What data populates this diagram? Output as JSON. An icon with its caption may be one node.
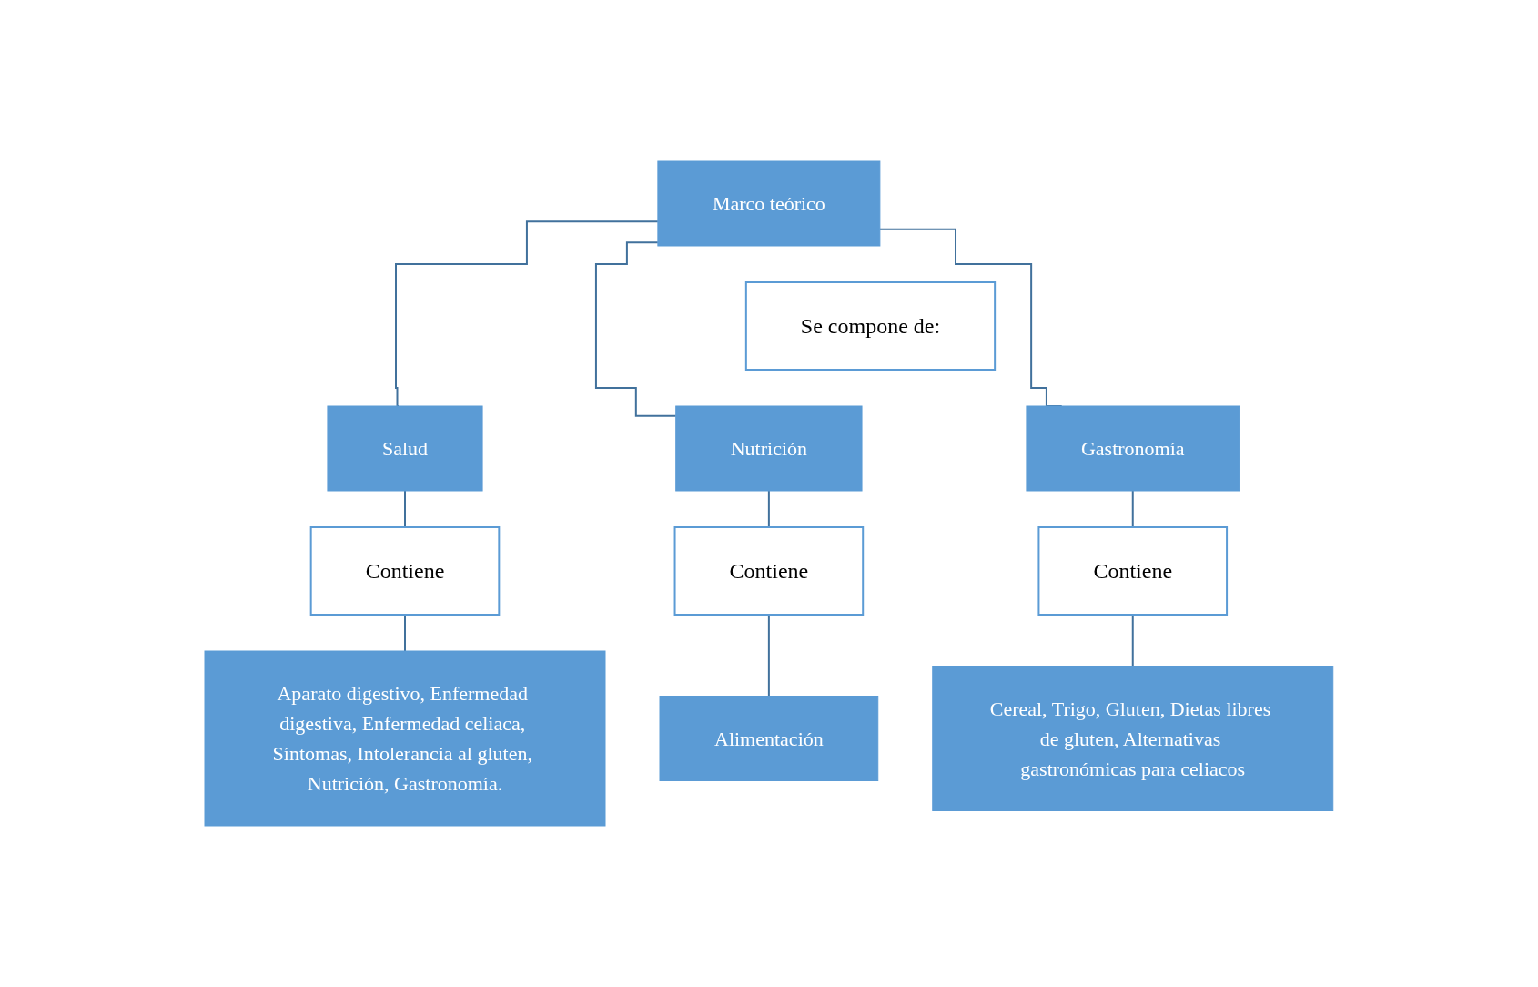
{
  "diagram": {
    "nodes": [
      {
        "text": [
          "Marco teórico"
        ]
      },
      {
        "text": [
          "Se compone de:"
        ]
      },
      {
        "text": [
          "Salud"
        ]
      },
      {
        "text": [
          "Nutrición"
        ]
      },
      {
        "text": [
          "Gastronomía"
        ]
      },
      {
        "text": [
          "Contiene"
        ]
      },
      {
        "text": [
          "Aparato digestivo, Enfermedad digestiva, Enfermedad celiaca, Síntomas, Intolerancia al gluten, Nutrición, Gastronomía."
        ]
      },
      {
        "text": [
          "Contiene"
        ]
      },
      {
        "text": [
          "Alimentación"
        ]
      },
      {
        "text": [
          "Contiene"
        ]
      },
      {
        "text": [
          "Cereal, Trigo, Gluten, Dietas libres de gluten, Alternativas gastronómicas para celiacos"
        ]
      }
    ],
    "edges": [
      {
        "from": 0,
        "to": 2,
        "arrow": "none"
      },
      {
        "from": 0,
        "to": 3,
        "arrow": "none"
      },
      {
        "from": 0,
        "to": 4,
        "arrow": "none"
      },
      {
        "from": 2,
        "to": 5,
        "arrow": "none"
      },
      {
        "from": 5,
        "to": 6,
        "arrow": "none"
      },
      {
        "from": 3,
        "to": 7,
        "arrow": "none"
      },
      {
        "from": 7,
        "to": 8,
        "arrow": "none"
      },
      {
        "from": 4,
        "to": 9,
        "arrow": "none"
      },
      {
        "from": 9,
        "to": 10,
        "arrow": "none"
      }
    ]
  }
}
